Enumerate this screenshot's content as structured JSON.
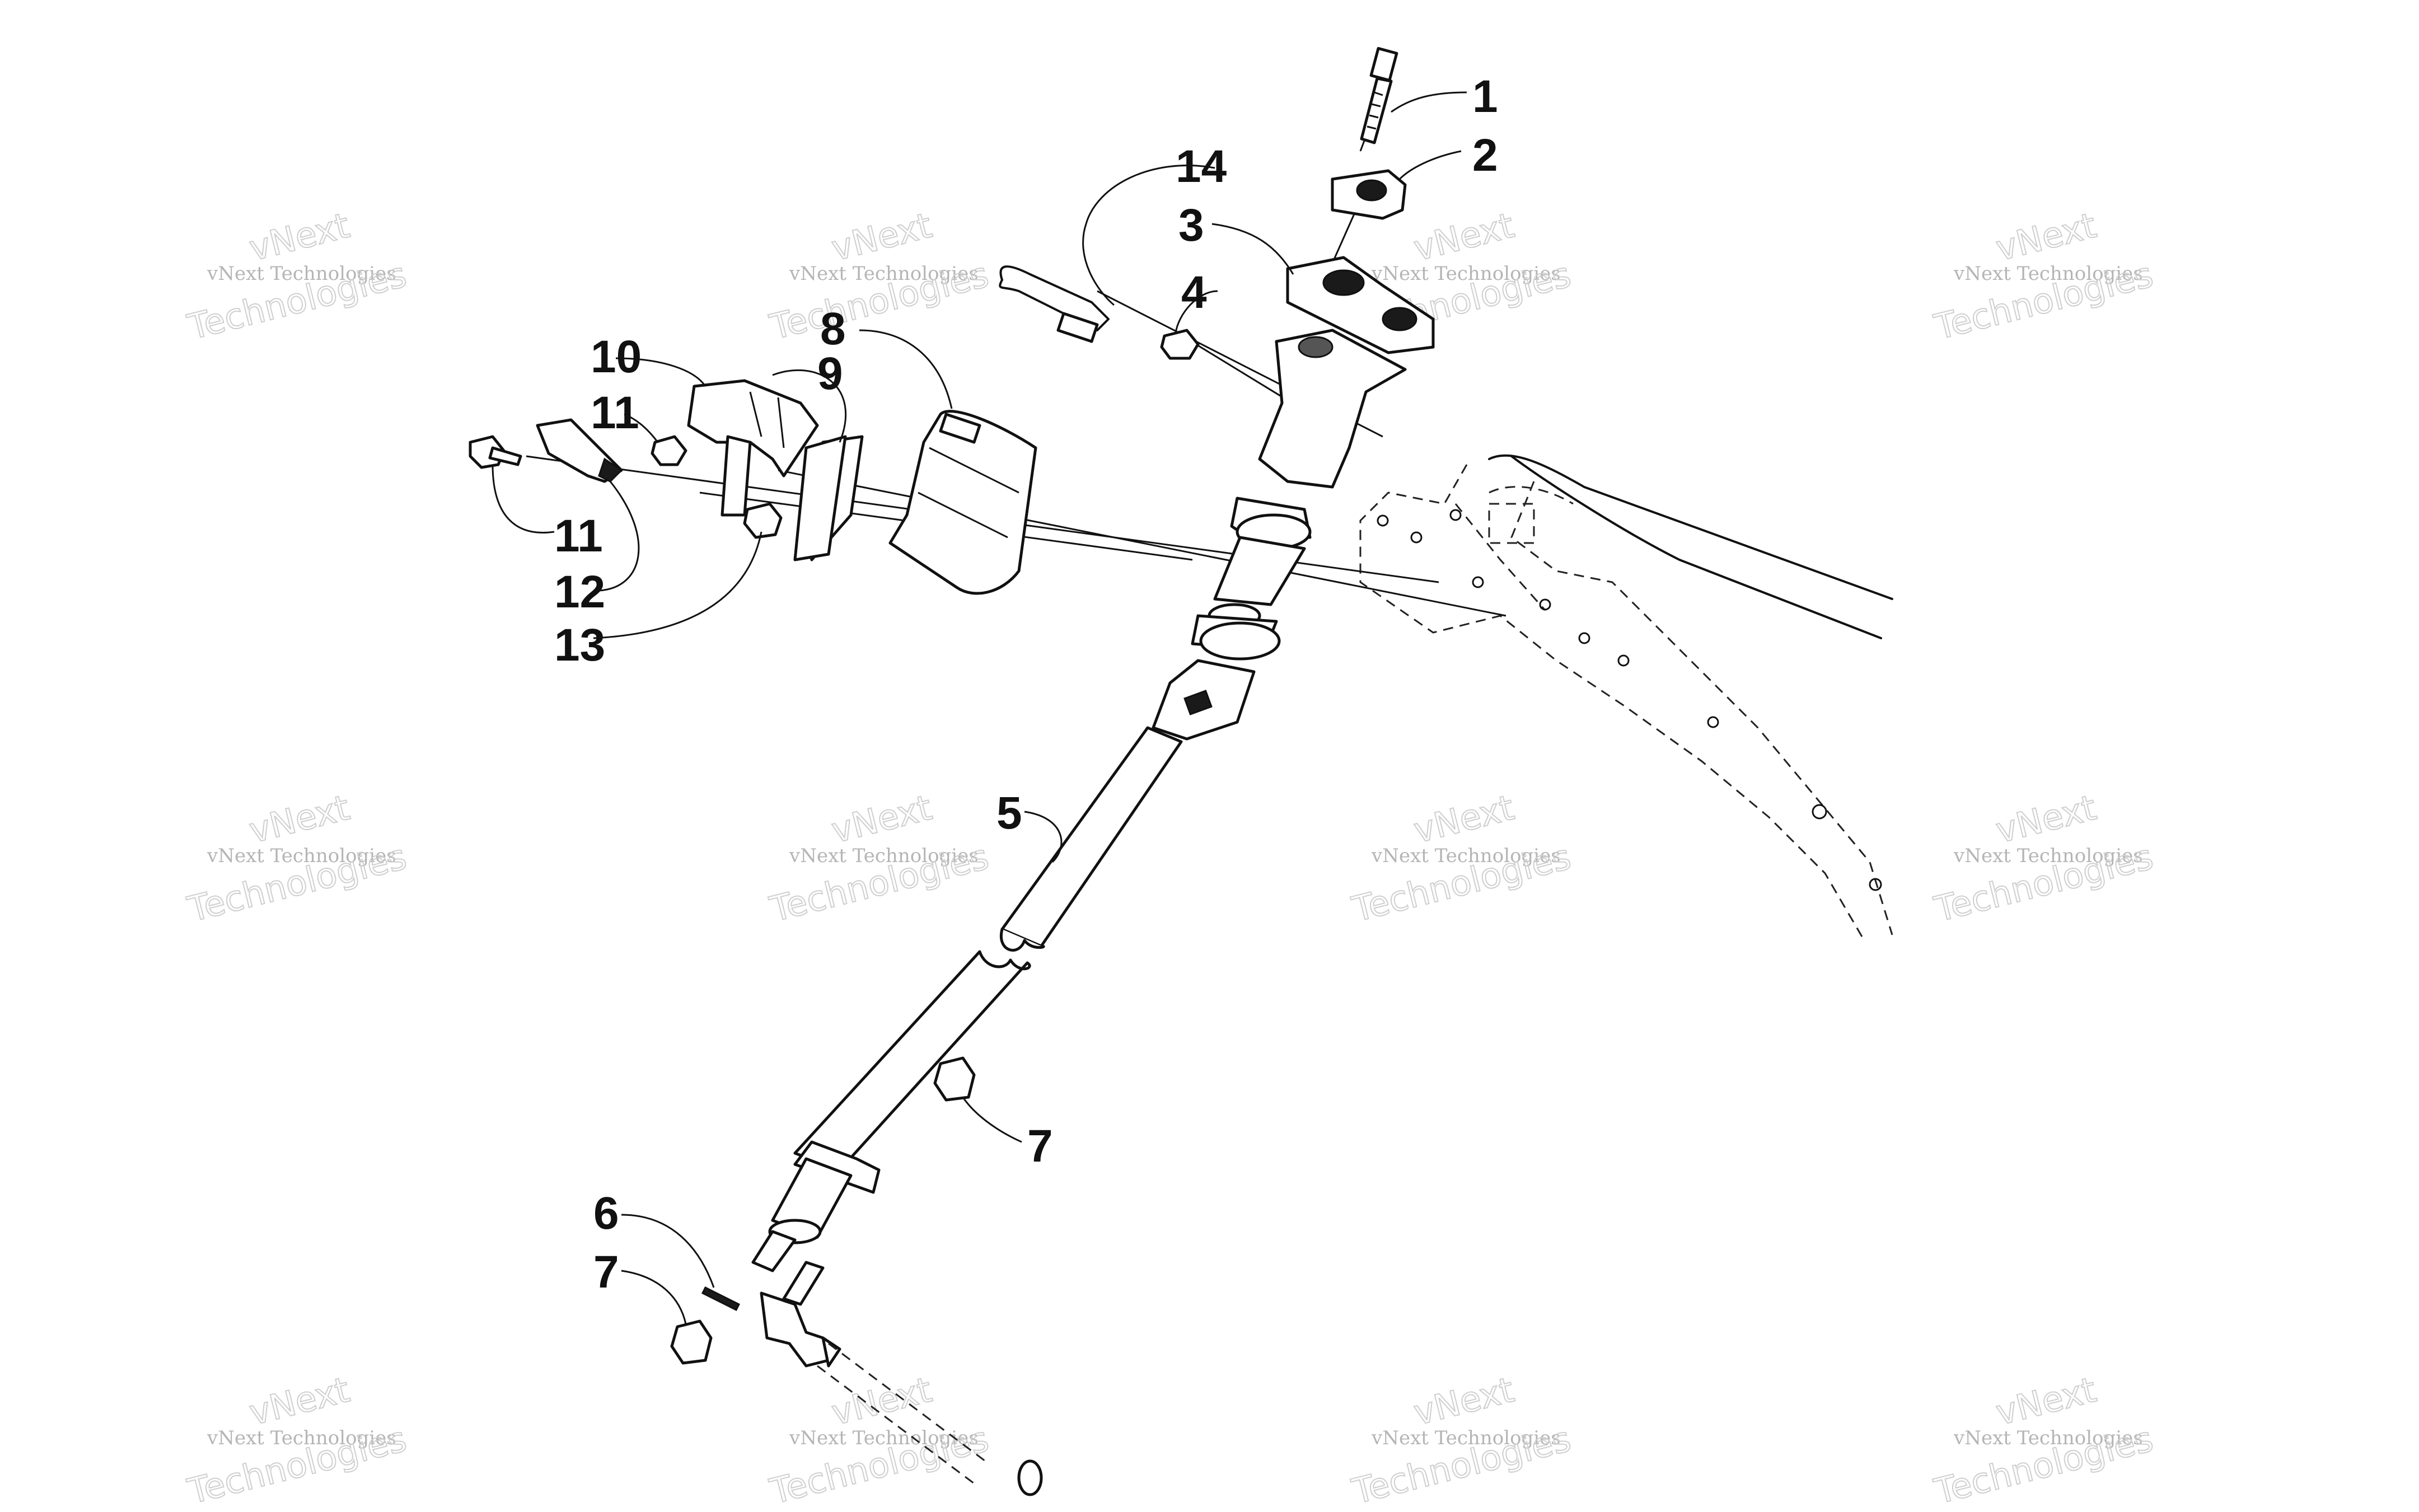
{
  "callouts": [
    {
      "id": "callout-1",
      "text": "1"
    },
    {
      "id": "callout-2",
      "text": "2"
    },
    {
      "id": "callout-14",
      "text": "14"
    },
    {
      "id": "callout-3",
      "text": "3"
    },
    {
      "id": "callout-4",
      "text": "4"
    },
    {
      "id": "callout-8",
      "text": "8"
    },
    {
      "id": "callout-10",
      "text": "10"
    },
    {
      "id": "callout-9",
      "text": "9"
    },
    {
      "id": "callout-11-upper",
      "text": "11"
    },
    {
      "id": "callout-11-lower",
      "text": "11"
    },
    {
      "id": "callout-12",
      "text": "12"
    },
    {
      "id": "callout-13",
      "text": "13"
    },
    {
      "id": "callout-5",
      "text": "5"
    },
    {
      "id": "callout-7-upper",
      "text": "7"
    },
    {
      "id": "callout-6",
      "text": "6"
    },
    {
      "id": "callout-7-lower",
      "text": "7"
    }
  ],
  "watermark": {
    "line1": "vNext",
    "line2": "vNext Technologies",
    "line3": "Technologies"
  }
}
